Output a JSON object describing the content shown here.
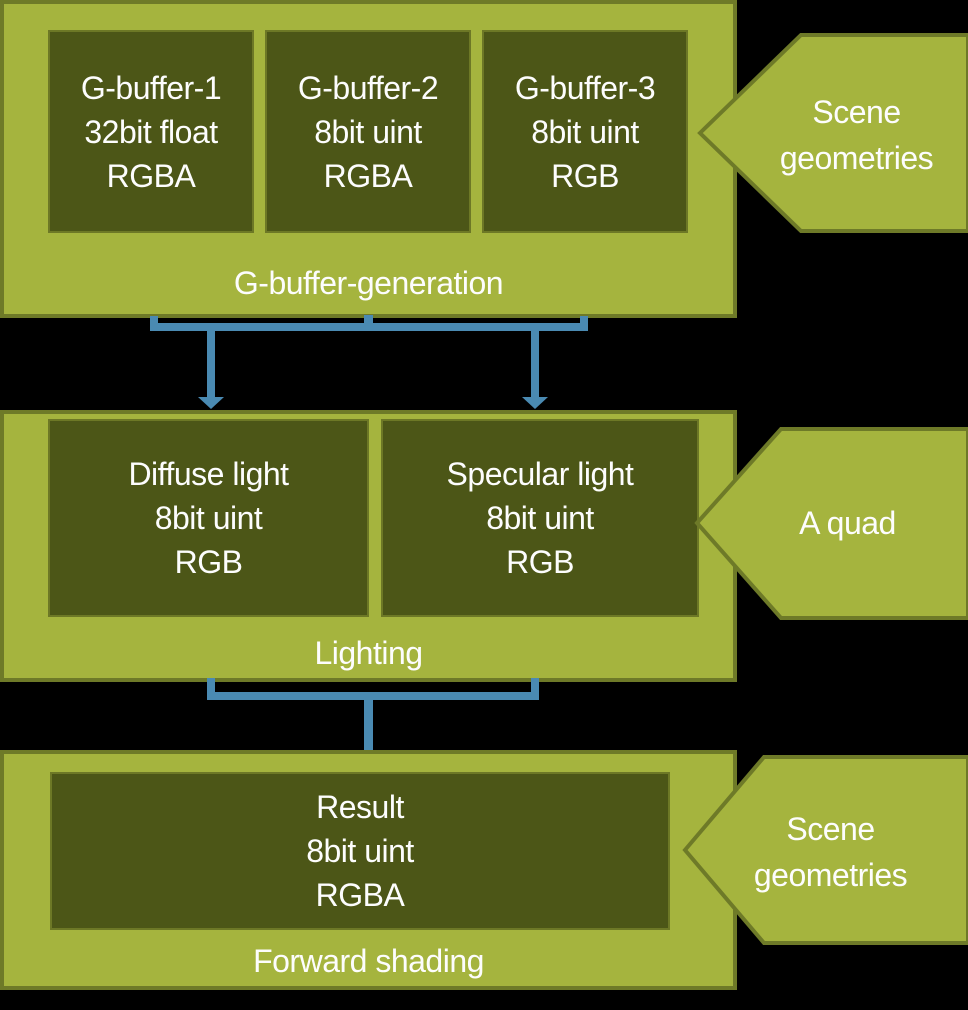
{
  "colors": {
    "background": "#000000",
    "stage_fill": "#a5b43e",
    "stage_border": "#6e7a28",
    "buffer_box_fill": "#4c5617",
    "buffer_box_border": "#6d7826",
    "connector_blue": "#4a8ab2",
    "text": "#fdfdfd"
  },
  "stages": [
    {
      "label": "G-buffer-generation",
      "boxes": [
        {
          "lines": [
            "G-buffer-1",
            "32bit float",
            "RGBA"
          ]
        },
        {
          "lines": [
            "G-buffer-2",
            "8bit uint",
            "RGBA"
          ]
        },
        {
          "lines": [
            "G-buffer-3",
            "8bit uint",
            "RGB"
          ]
        }
      ],
      "input": {
        "lines": [
          "Scene",
          "geometries"
        ]
      }
    },
    {
      "label": "Lighting",
      "boxes": [
        {
          "lines": [
            "Diffuse light",
            "8bit uint",
            "RGB"
          ]
        },
        {
          "lines": [
            "Specular light",
            "8bit uint",
            "RGB"
          ]
        }
      ],
      "input": {
        "lines": [
          "A quad"
        ]
      }
    },
    {
      "label": "Forward shading",
      "boxes": [
        {
          "lines": [
            "Result",
            "8bit uint",
            "RGBA"
          ]
        }
      ],
      "input": {
        "lines": [
          "Scene",
          "geometries"
        ]
      }
    }
  ]
}
